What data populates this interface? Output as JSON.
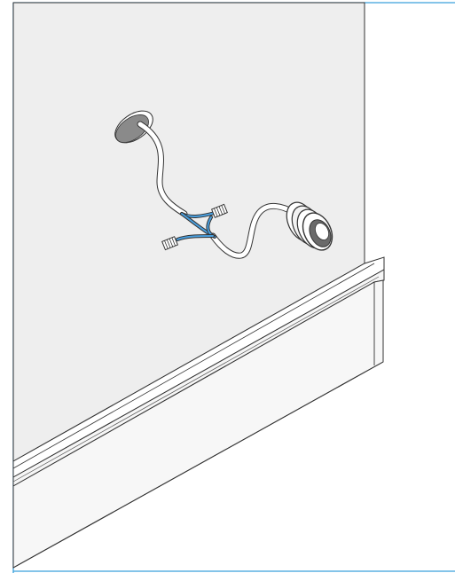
{
  "diagram": {
    "kind": "line-drawing",
    "components": [
      "wall-panel",
      "cable-entry-hole",
      "sensor-cable",
      "split-wire-pair",
      "connector-plug-upper",
      "connector-plug-lower",
      "round-sensor-module",
      "plinth-base"
    ]
  },
  "colors": {
    "frame": "#3aa0dc",
    "panel": "#eeeeee",
    "outline": "#333333",
    "wire_highlight": "#4aa0e0",
    "hole_fill": "#8a8a8a",
    "sensor_face": "#6a6a6a"
  }
}
